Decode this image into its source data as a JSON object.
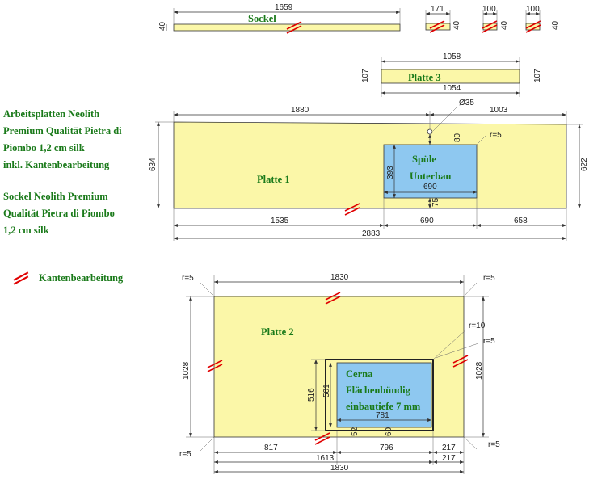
{
  "notes": {
    "worktop": [
      "Arbeitsplatten Neolith",
      "Premium Qualität Pietra di",
      "Piombo 1,2 cm silk",
      "inkl. Kantenbearbeitung"
    ],
    "plinth": [
      "Sockel Neolith Premium",
      "Qualität Pietra di Piombo",
      "1,2 cm silk"
    ]
  },
  "legend": {
    "label": "Kantenbearbeitung"
  },
  "colors": {
    "slab": "#fbf7a8",
    "sink": "#8ec8f0",
    "edge": "#e00000",
    "text_green": "#1a7a1a"
  },
  "sockel": {
    "label": "Sockel",
    "length": "1659",
    "height": "40",
    "piece_a_width": "171",
    "piece_a_height": "40",
    "piece_b_width": "100",
    "piece_b_height": "40",
    "piece_c_width": "100",
    "piece_c_height": "40"
  },
  "platte3": {
    "label": "Platte 3",
    "top_length": "1058",
    "bottom_length": "1054",
    "height_left": "107",
    "height_right": "107"
  },
  "platte1": {
    "label": "Platte 1",
    "sink_label_1": "Spüle",
    "sink_label_2": "Unterbau",
    "top_left": "1880",
    "top_right": "1003",
    "hole": "Ø35",
    "height_left": "634",
    "height_right": "622",
    "radius": "r=5",
    "sink_height": "393",
    "sink_width": "690",
    "offset_top": "80",
    "offset_bottom": "75",
    "bottom_1": "1535",
    "bottom_2": "690",
    "bottom_3": "658",
    "total": "2883"
  },
  "platte2": {
    "label": "Platte 2",
    "sink_label_1": "Cerna",
    "sink_label_2": "Flächenbündig",
    "sink_label_3": "einbautiefe 7 mm",
    "top": "1830",
    "r_top_left": "r=5",
    "r_top_right": "r=5",
    "r_bottom_left": "r=5",
    "r_bottom_right": "r=5",
    "r_sink_outer": "r=10",
    "r_sink_inner": "r=5",
    "height_left": "1028",
    "height_right": "1028",
    "cutout_height": "516",
    "sink_height": "501",
    "sink_width": "781",
    "offset_a": "52",
    "offset_b": "60",
    "bottom_1": "817",
    "bottom_2": "796",
    "bottom_3": "217",
    "sub_total": "1613",
    "sub_right": "217",
    "total": "1830"
  }
}
